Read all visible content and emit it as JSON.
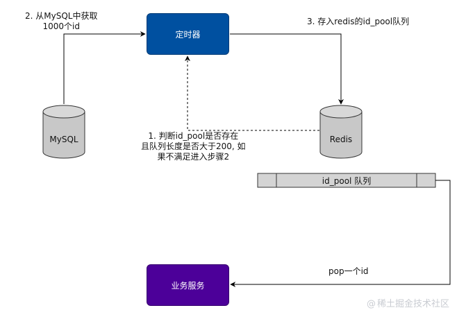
{
  "nodes": {
    "timer": "定时器",
    "service": "业务服务",
    "mysql": "MySQL",
    "redis": "Redis",
    "queue": "id_pool 队列"
  },
  "edges": {
    "step2": [
      "2. 从MySQL中获取",
      "1000个id"
    ],
    "step3": "3. 存入redis的id_pool队列",
    "step1": [
      "1. 判断id_pool是否存在",
      "且队列长度是否大于200, 如",
      "果不满足进入步骤2"
    ],
    "pop": "pop一个id"
  },
  "watermark": {
    "at": "@",
    "text": "稀土掘金技术社区"
  },
  "colors": {
    "timer": "#0050a0",
    "service": "#4c0099",
    "cylinder": "#c8c8c8",
    "queue": "#d4d4d4"
  }
}
